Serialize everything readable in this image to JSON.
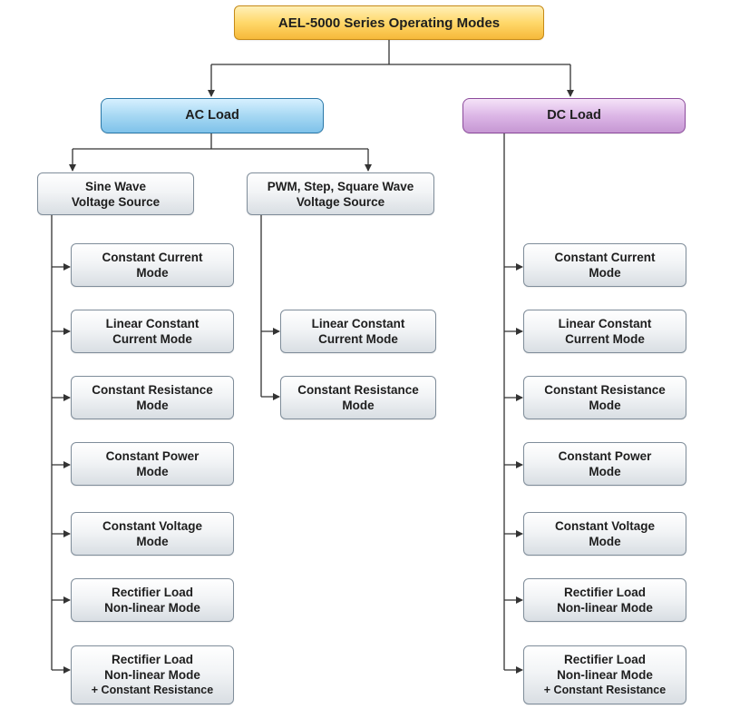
{
  "diagram": {
    "title": "AEL-5000 Series Operating Modes",
    "ac_load": {
      "label": "AC Load"
    },
    "dc_load": {
      "label": "DC Load"
    },
    "ac_sources": {
      "sine": {
        "line1": "Sine Wave",
        "line2": "Voltage Source"
      },
      "pwm": {
        "line1": "PWM, Step, Square Wave",
        "line2": "Voltage Source"
      }
    },
    "sine_modes": [
      {
        "line1": "Constant Current",
        "line2": "Mode"
      },
      {
        "line1": "Linear Constant",
        "line2": "Current Mode"
      },
      {
        "line1": "Constant Resistance",
        "line2": "Mode"
      },
      {
        "line1": "Constant Power",
        "line2": "Mode"
      },
      {
        "line1": "Constant Voltage",
        "line2": "Mode"
      },
      {
        "line1": "Rectifier Load",
        "line2": "Non-linear Mode"
      },
      {
        "line1": "Rectifier Load",
        "line2": "Non-linear Mode",
        "line3": "+ Constant Resistance"
      }
    ],
    "pwm_modes": [
      {
        "line1": "Linear Constant",
        "line2": "Current Mode"
      },
      {
        "line1": "Constant Resistance",
        "line2": "Mode"
      }
    ],
    "dc_modes": [
      {
        "line1": "Constant Current",
        "line2": "Mode"
      },
      {
        "line1": "Linear Constant",
        "line2": "Current Mode"
      },
      {
        "line1": "Constant Resistance",
        "line2": "Mode"
      },
      {
        "line1": "Constant Power",
        "line2": "Mode"
      },
      {
        "line1": "Constant Voltage",
        "line2": "Mode"
      },
      {
        "line1": "Rectifier Load",
        "line2": "Non-linear Mode"
      },
      {
        "line1": "Rectifier Load",
        "line2": "Non-linear Mode",
        "line3": "+ Constant Resistance"
      }
    ],
    "colors": {
      "title_fill": "#ffd86a",
      "ac_fill": "#a6d8f3",
      "dc_fill": "#dcb6e6",
      "mode_fill": "#eceff2",
      "connector": "#333333"
    }
  }
}
